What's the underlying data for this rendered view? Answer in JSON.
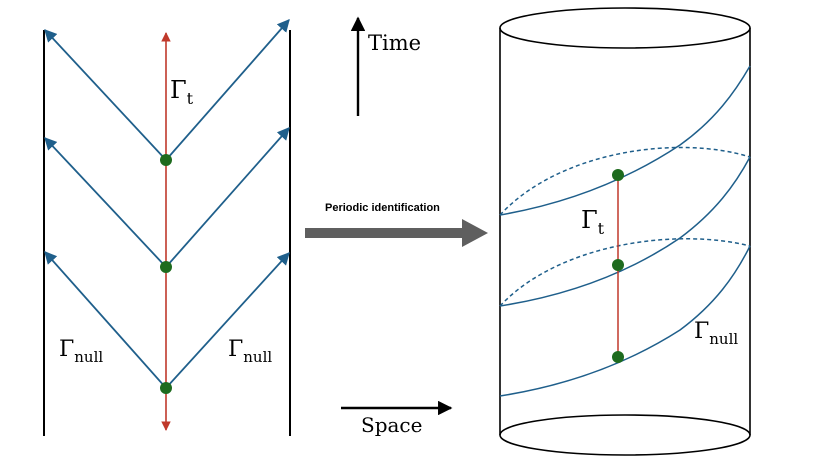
{
  "labels": {
    "time": "Time",
    "space": "Space",
    "arrow_caption": "Periodic identification",
    "gamma_symbol": "Γ",
    "t_sub": "t",
    "null_sub": "null"
  },
  "colors": {
    "blue": "#1f5f8b",
    "red": "#c0392b",
    "dot_green": "#1e6b1e",
    "black": "#000000",
    "grey_arrow": "#5f5f5f"
  }
}
